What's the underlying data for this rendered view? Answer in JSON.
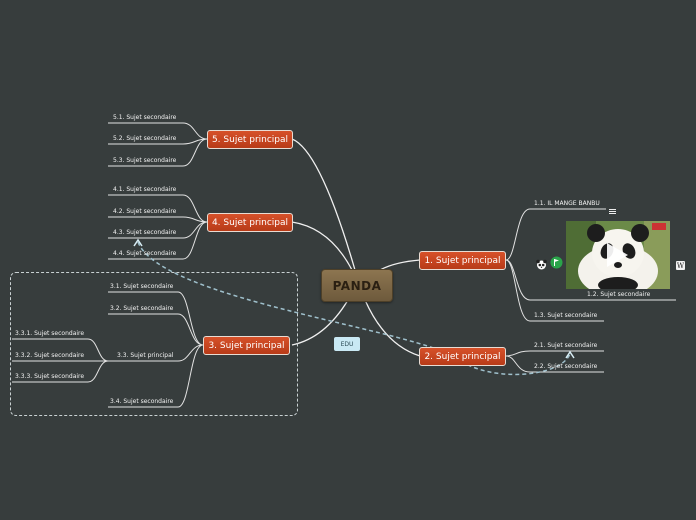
{
  "central": {
    "label": "PANDA"
  },
  "branches": {
    "b1": {
      "label": "1. Sujet principal",
      "subs": [
        "1.1. IL MANGE BANBU",
        "1.2. Sujet secondaire",
        "1.3. Sujet secondaire"
      ]
    },
    "b2": {
      "label": "2. Sujet principal",
      "subs": [
        "2.1. Sujet secondaire",
        "2.2. Sujet secondaire"
      ]
    },
    "b3": {
      "label": "3. Sujet principal",
      "subs": [
        "3.1. Sujet secondaire",
        "3.2. Sujet secondaire",
        "3.3. Sujet principal",
        "3.4. Sujet secondaire"
      ],
      "subsubs": [
        "3.3.1. Sujet secondaire",
        "3.3.2. Sujet secondaire",
        "3.3.3. Sujet secondaire"
      ]
    },
    "b4": {
      "label": "4. Sujet principal",
      "subs": [
        "4.1. Sujet secondaire",
        "4.2. Sujet secondaire",
        "4.3. Sujet secondaire",
        "4.4. Sujet secondaire"
      ]
    },
    "b5": {
      "label": "5. Sujet principal",
      "subs": [
        "5.1. Sujet secondaire",
        "5.2. Sujet secondaire",
        "5.3. Sujet secondaire"
      ]
    }
  },
  "relation_label": "EDU",
  "icons": [
    "note-icon",
    "panda-icon",
    "flag-icon",
    "play-icon",
    "wikipedia-icon"
  ],
  "colors": {
    "background": "#373d3d",
    "main_topic": "#c8441e",
    "central": "#7d6846",
    "relation": "#9fc0cc",
    "edu_label": "#c9e9f4"
  }
}
